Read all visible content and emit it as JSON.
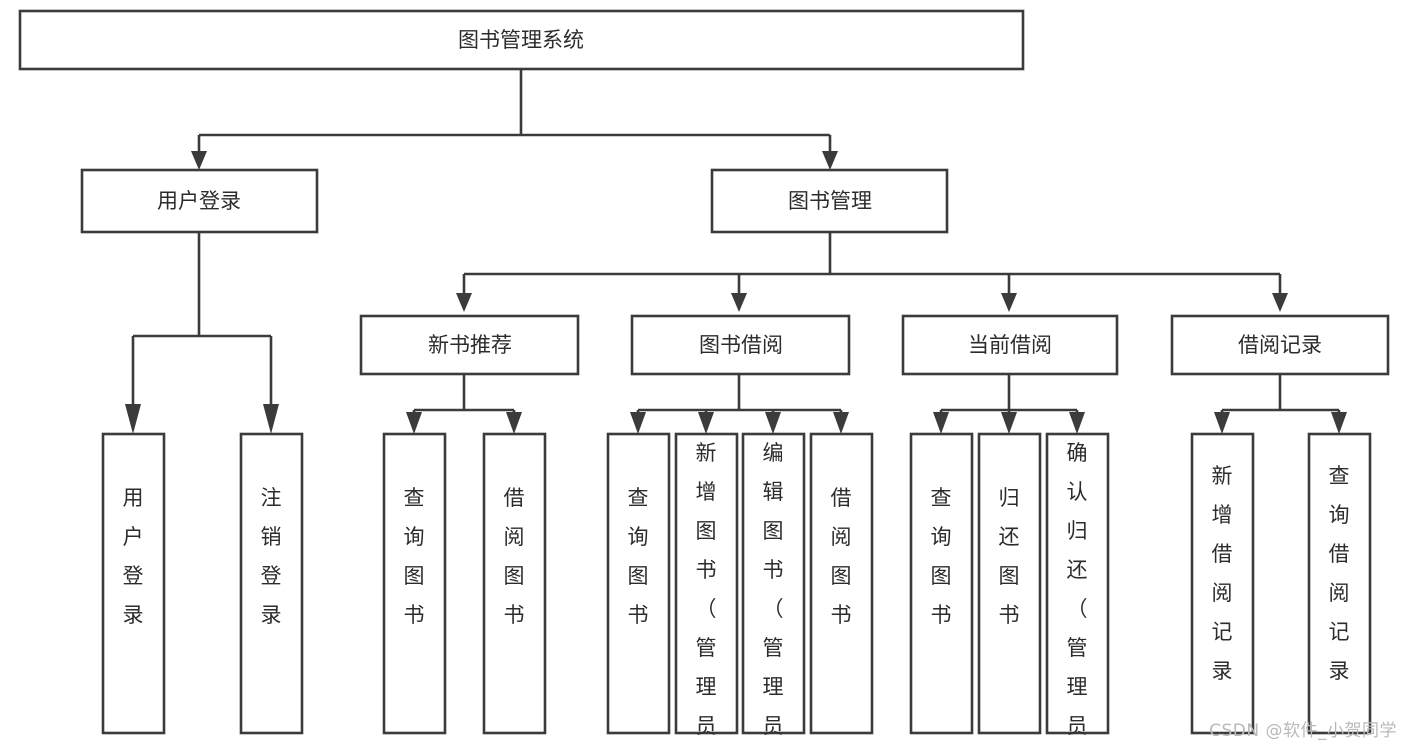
{
  "diagram": {
    "type": "tree",
    "title": "图书管理系统",
    "orientation": "top-down",
    "background_color": "#ffffff",
    "box_stroke_color": "#3b3b3b",
    "text_color": "#2c2c2c",
    "root": {
      "id": "root",
      "label": "图书管理系统"
    },
    "level2": [
      {
        "id": "user-login",
        "label": "用户登录"
      },
      {
        "id": "book-manage",
        "label": "图书管理"
      }
    ],
    "level3": [
      {
        "id": "new-book-rec",
        "label": "新书推荐",
        "parent": "book-manage"
      },
      {
        "id": "book-borrow",
        "label": "图书借阅",
        "parent": "book-manage"
      },
      {
        "id": "current-borrow",
        "label": "当前借阅",
        "parent": "book-manage"
      },
      {
        "id": "borrow-record",
        "label": "借阅记录",
        "parent": "book-manage"
      }
    ],
    "leaves": [
      {
        "id": "leaf-user-login",
        "label": "用户登录",
        "parent": "user-login"
      },
      {
        "id": "leaf-logout",
        "label": "注销登录",
        "parent": "user-login"
      },
      {
        "id": "leaf-query-book-1",
        "label": "查询图书",
        "parent": "new-book-rec"
      },
      {
        "id": "leaf-borrow-book-1",
        "label": "借阅图书",
        "parent": "new-book-rec"
      },
      {
        "id": "leaf-query-book-2",
        "label": "查询图书",
        "parent": "book-borrow"
      },
      {
        "id": "leaf-add-book",
        "label": "新增图书（管理员）",
        "parent": "book-borrow"
      },
      {
        "id": "leaf-edit-book",
        "label": "编辑图书（管理员）",
        "parent": "book-borrow"
      },
      {
        "id": "leaf-borrow-book-2",
        "label": "借阅图书",
        "parent": "book-borrow"
      },
      {
        "id": "leaf-query-book-3",
        "label": "查询图书",
        "parent": "current-borrow"
      },
      {
        "id": "leaf-return-book",
        "label": "归还图书",
        "parent": "current-borrow"
      },
      {
        "id": "leaf-confirm-return",
        "label": "确认归还（管理员）",
        "parent": "current-borrow"
      },
      {
        "id": "leaf-add-record",
        "label": "新增借阅记录",
        "parent": "borrow-record"
      },
      {
        "id": "leaf-query-record",
        "label": "查询借阅记录",
        "parent": "borrow-record"
      }
    ]
  },
  "watermark": {
    "text": "CSDN @软件_小贺同学"
  }
}
